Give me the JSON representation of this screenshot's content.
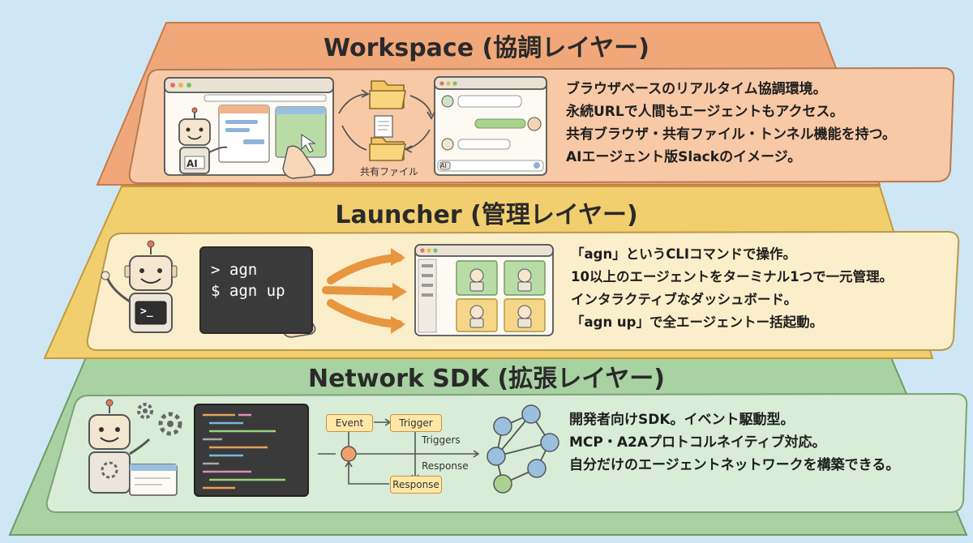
{
  "colors": {
    "background": "#cfe6f4",
    "workspace_band": "#f0a87a",
    "workspace_card": "#f7c9a6",
    "launcher_band": "#f2cf6e",
    "launcher_card": "#fbeeca",
    "sdk_band": "#a8d2a2",
    "sdk_card": "#d8ecd8"
  },
  "workspace": {
    "title": "Workspace (協調レイヤー)",
    "folder_label": "共有ファイル",
    "robot_badge": "AI",
    "chat_input_badge": "AI",
    "lines": [
      "ブラウザベースのリアルタイム協調環境。",
      "永続URLで人間もエージェントもアクセス。",
      "共有ブラウザ・共有ファイル・トンネル機能を持つ。",
      "AIエージェント版Slackのイメージ。"
    ]
  },
  "launcher": {
    "title": "Launcher (管理レイヤー)",
    "terminal_lines": [
      "> agn",
      "$ agn up"
    ],
    "robot_screen": ">_",
    "lines": [
      "「agn」というCLIコマンドで操作。",
      "10以上のエージェントをターミナル1つで一元管理。",
      "インタラクティブなダッシュボード。",
      "「agn up」で全エージェントー括起動。"
    ]
  },
  "sdk": {
    "title": "Network SDK (拡張レイヤー)",
    "flow": {
      "event": "Event",
      "trigger": "Trigger",
      "triggers": "Triggers",
      "response_label": "Response",
      "response_box": "Response"
    },
    "lines": [
      "開発者向けSDK。イベント駆動型。",
      "MCP・A2Aプロトコルネイティブ対応。",
      "自分だけのエージェントネットワークを構築できる。"
    ]
  }
}
